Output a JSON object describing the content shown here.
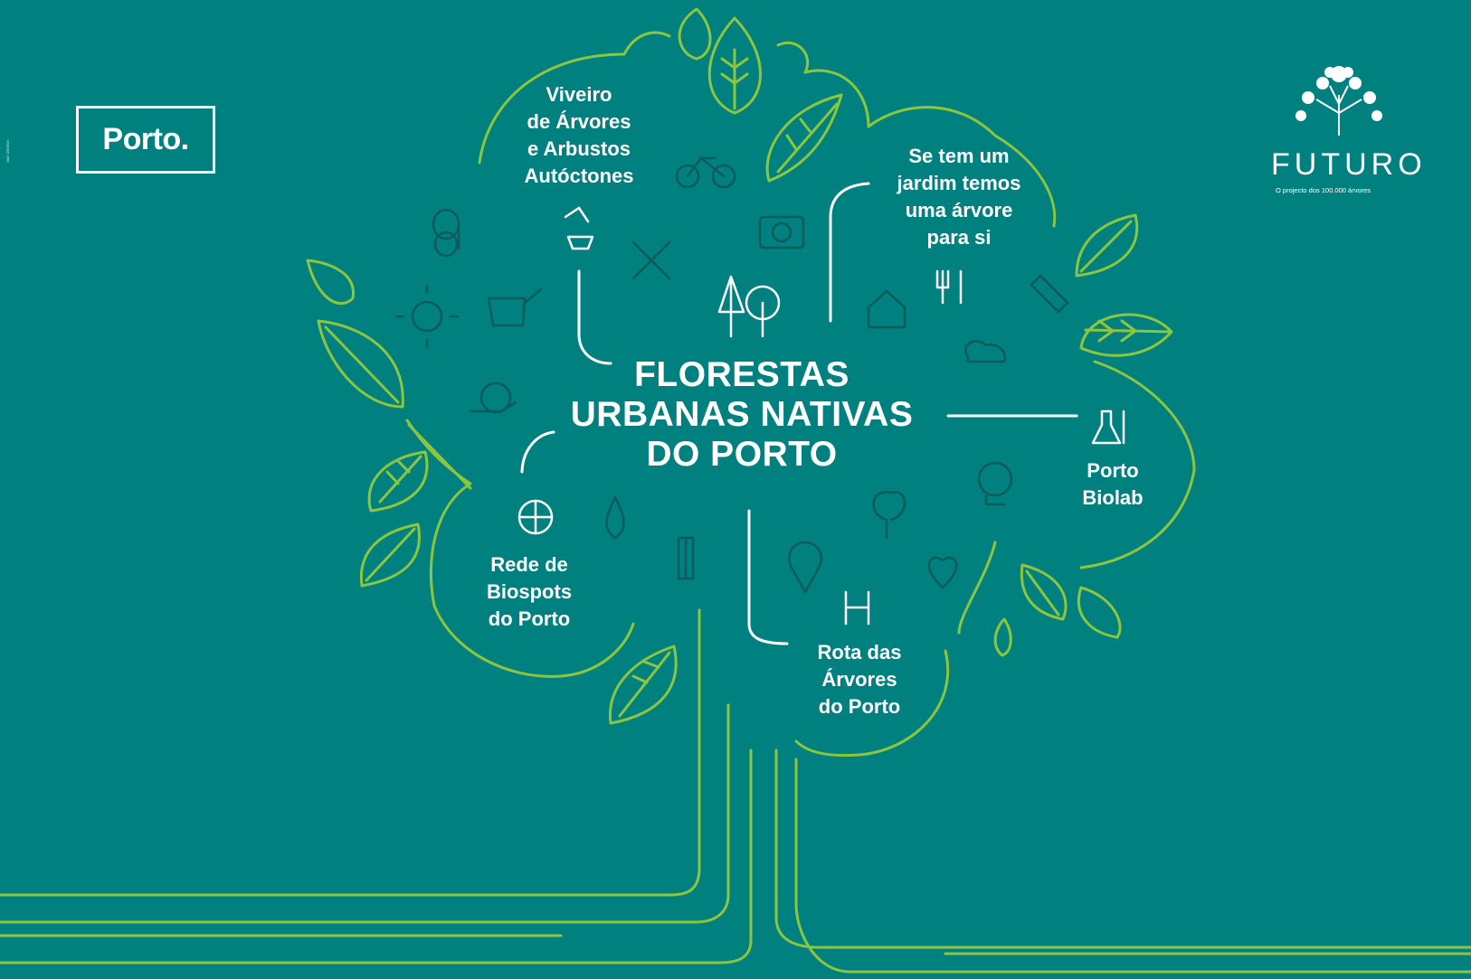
{
  "logo": {
    "text": "Porto."
  },
  "credit": {
    "text": "MAT DESIGN"
  },
  "title": {
    "lines": [
      "FLORESTAS",
      "URBANAS NATIVAS",
      "DO PORTO"
    ]
  },
  "labels": {
    "viveiro": [
      "Viveiro",
      "de Árvores",
      "e Arbustos",
      "Autóctones"
    ],
    "jardim": [
      "Se tem um",
      "jardim temos",
      "uma árvore",
      "para si"
    ],
    "biolab": [
      "Porto",
      "Biolab"
    ],
    "biospots": [
      "Rede de",
      "Biospots",
      "do Porto"
    ],
    "rota": [
      "Rota das",
      "Árvores",
      "do Porto"
    ]
  },
  "futuro": {
    "title": "FUTURO",
    "subtitle": "O projecto dos 100.000 árvores"
  },
  "colors": {
    "background": "#00817f",
    "line_green": "#8cc63f",
    "icon_dark": "#0d5b5b",
    "white": "#ffffff"
  }
}
